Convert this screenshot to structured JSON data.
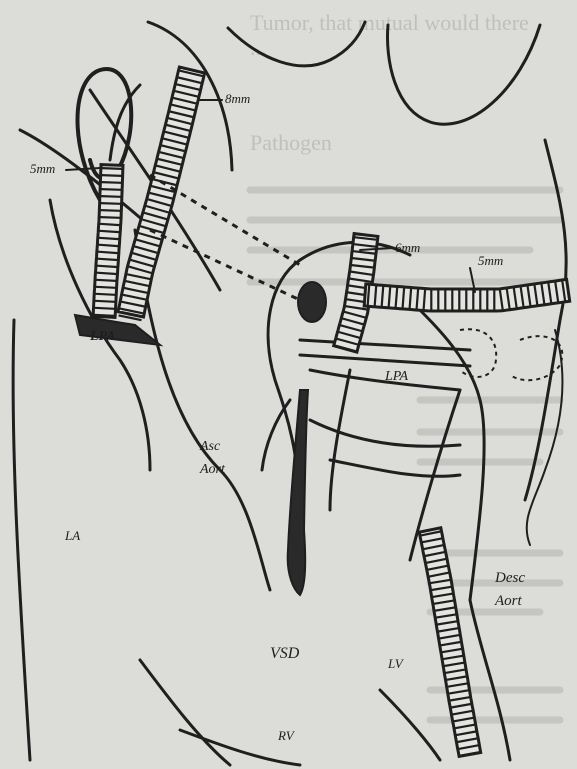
{
  "figure": {
    "background_text_lines": [
      "Tumor, that mutual would there",
      "...",
      "Pathogen",
      "...",
      "...",
      "...",
      "...",
      "...",
      "...",
      "...",
      "...",
      "..."
    ],
    "labels": {
      "mm_top": "8mm",
      "mm_left": "5mm",
      "mm_center": "6mm",
      "mm_right": "5mm",
      "lpa_left": "LPA",
      "lpa_center": "LPA",
      "asc_aorta_a": "Asc",
      "asc_aorta_b": "Aort",
      "la": "LA",
      "desc_aorta_a": "Desc",
      "desc_aorta_b": "Aort",
      "vsd": "VSD",
      "lv": "LV",
      "rv": "RV"
    }
  }
}
